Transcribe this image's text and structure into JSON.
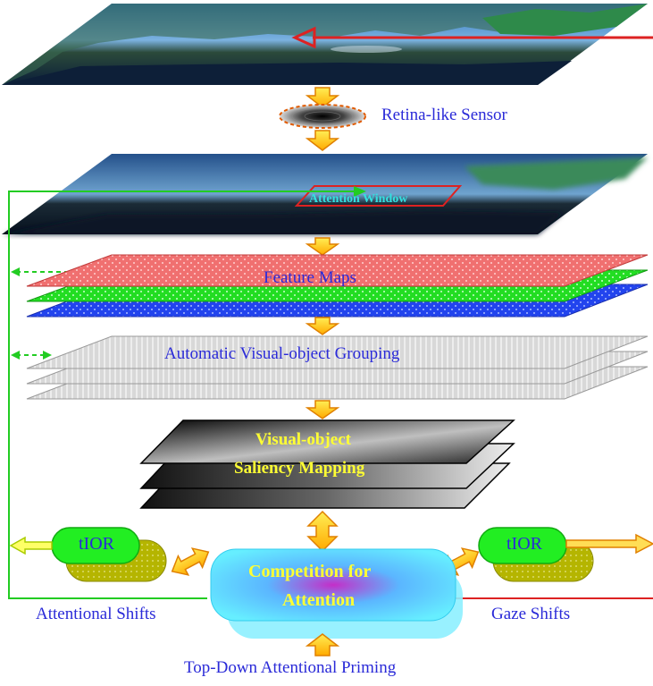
{
  "labels": {
    "retina_sensor": "Retina-like Sensor",
    "attention_window": "Attention Window",
    "feature_maps": "Feature Maps",
    "grouping": "Automatic Visual-object Grouping",
    "saliency_line1": "Visual-object",
    "saliency_line2": "Saliency Mapping",
    "tior_left": "tIOR",
    "tior_right": "tIOR",
    "competition_line1": "Competition for",
    "competition_line2": "Attention",
    "attentional_shifts": "Attentional Shifts",
    "gaze_shifts": "Gaze Shifts",
    "top_down": "Top-Down Attentional Priming"
  },
  "colors": {
    "label_blue": "#2a2ad8",
    "label_yellow": "#ffff33",
    "arrow_orange": "#ffcc00",
    "arrow_outline": "#e08000",
    "feedback_green": "#22cc22",
    "gaze_red": "#dd2222",
    "feature_red": "#f06a6a",
    "feature_green": "#22dd22",
    "feature_blue": "#2244ee",
    "competition_cyan": "#66eeff"
  },
  "icons": [
    "retina-sensor-icon",
    "down-arrow-icon",
    "double-arrow-icon"
  ]
}
